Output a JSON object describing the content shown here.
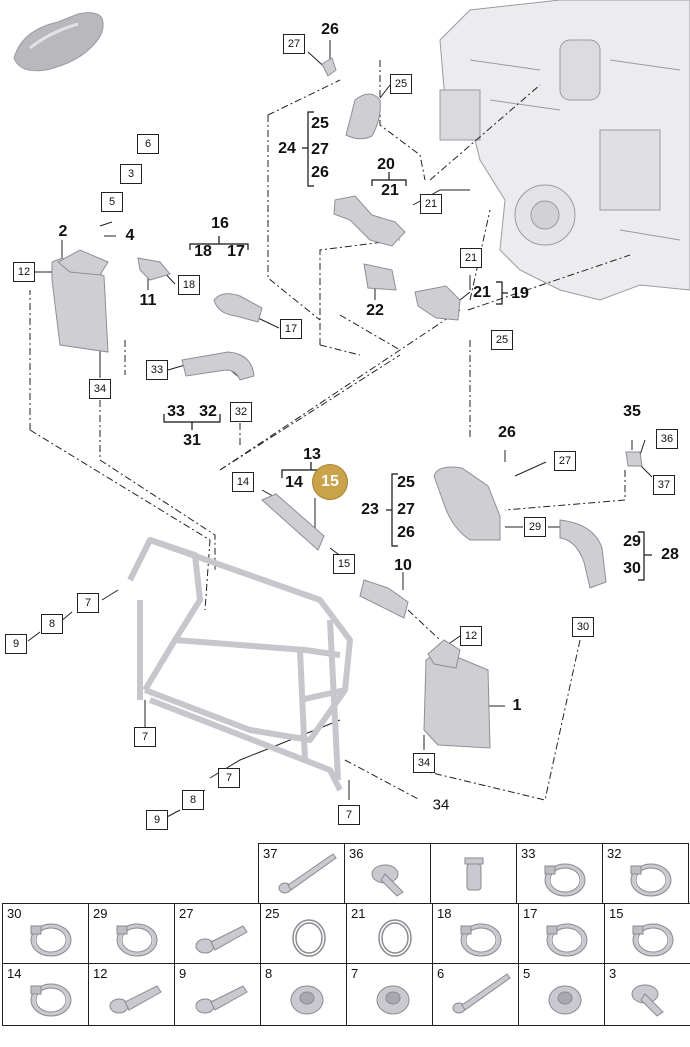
{
  "callouts_bold": {
    "c26a": "26",
    "c25a": "25",
    "c24": "24",
    "c27a": "27",
    "c26b": "26",
    "c20": "20",
    "c21a": "21",
    "c16": "16",
    "c18a": "18",
    "c17a": "17",
    "c2": "2",
    "c4": "4",
    "c11": "11",
    "c22": "22",
    "c21b": "21",
    "c19": "19",
    "c33a": "33",
    "c32a": "32",
    "c31": "31",
    "c13": "13",
    "c14a": "14",
    "c26c": "26",
    "c35": "35",
    "c25b": "25",
    "c23": "23",
    "c27b": "27",
    "c26d": "26",
    "c29a": "29",
    "c28": "28",
    "c30a": "30",
    "c10": "10",
    "c1": "1",
    "c34a": "34"
  },
  "callouts_boxed": {
    "b27a": "27",
    "b25a": "25",
    "b6": "6",
    "b3": "3",
    "b5": "5",
    "b21a": "21",
    "b12a": "12",
    "b18": "18",
    "b21b": "21",
    "b17": "17",
    "b25b": "25",
    "b33": "33",
    "b34a": "34",
    "b32": "32",
    "b27b": "27",
    "b36": "36",
    "b37": "37",
    "b14": "14",
    "b29": "29",
    "b15": "15",
    "b7a": "7",
    "b8a": "8",
    "b9a": "9",
    "b12b": "12",
    "b30": "30",
    "b7b": "7",
    "b7c": "7",
    "b8b": "8",
    "b34b": "34",
    "b9b": "9",
    "b7d": "7"
  },
  "highlight_part": "15",
  "parts_grid": {
    "row1": [
      "37",
      "36",
      "",
      "33",
      "32"
    ],
    "row2": [
      "30",
      "29",
      "27",
      "25",
      "21",
      "18",
      "17",
      "15"
    ],
    "row3": [
      "14",
      "12",
      "9",
      "8",
      "7",
      "6",
      "5",
      "3"
    ]
  },
  "icons": {
    "car_thumbnail": "car-silhouette-icon",
    "engine": "engine-block-illustration",
    "intercooler_left": "intercooler-icon",
    "intercooler_right": "intercooler-icon",
    "front_carrier": "front-end-carrier-illustration"
  },
  "colors": {
    "highlight": "#c9a24a",
    "line": "#222222",
    "part_fill": "#cfcfd3"
  }
}
